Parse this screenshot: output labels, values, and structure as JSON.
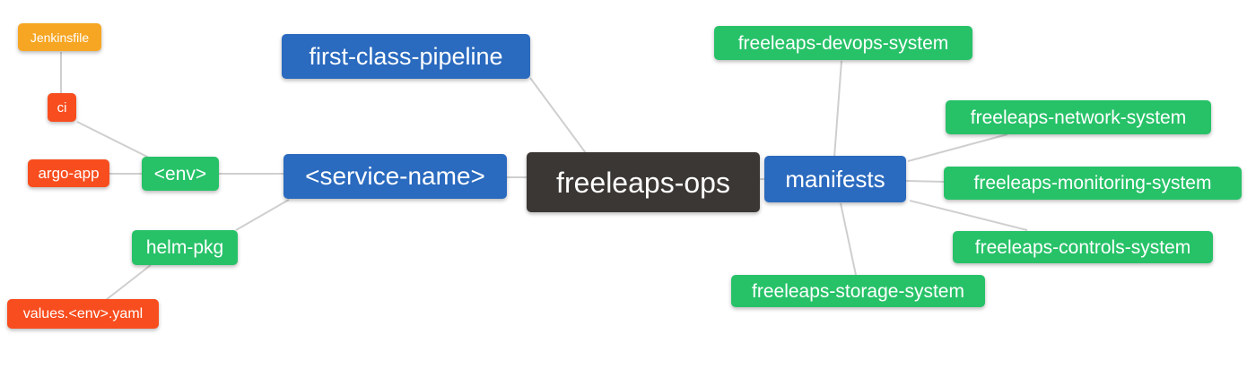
{
  "palette": {
    "blue": "#2a6abf",
    "green": "#27c268",
    "red": "#f84d1e",
    "orange": "#f6a623",
    "dark": "#3b3734",
    "edge": "#cfcfcf",
    "background": "#ffffff",
    "node_text": "#ffffff"
  },
  "nodes": [
    {
      "id": "jenkinsfile",
      "label": "Jenkinsfile",
      "color": "orange"
    },
    {
      "id": "ci",
      "label": "ci",
      "color": "red"
    },
    {
      "id": "argo-app",
      "label": "argo-app",
      "color": "red"
    },
    {
      "id": "env",
      "label": "<env>",
      "color": "green"
    },
    {
      "id": "helm-pkg",
      "label": "helm-pkg",
      "color": "green"
    },
    {
      "id": "values-env-yaml",
      "label": "values.<env>.yaml",
      "color": "red"
    },
    {
      "id": "first-class-pipeline",
      "label": "first-class-pipeline",
      "color": "blue"
    },
    {
      "id": "service-name",
      "label": "<service-name>",
      "color": "blue"
    },
    {
      "id": "freeleaps-ops",
      "label": "freeleaps-ops",
      "color": "dark"
    },
    {
      "id": "manifests",
      "label": "manifests",
      "color": "blue"
    },
    {
      "id": "freeleaps-devops-system",
      "label": "freeleaps-devops-system",
      "color": "green"
    },
    {
      "id": "freeleaps-network-system",
      "label": "freeleaps-network-system",
      "color": "green"
    },
    {
      "id": "freeleaps-monitoring-system",
      "label": "freeleaps-monitoring-system",
      "color": "green"
    },
    {
      "id": "freeleaps-controls-system",
      "label": "freeleaps-controls-system",
      "color": "green"
    },
    {
      "id": "freeleaps-storage-system",
      "label": "freeleaps-storage-system",
      "color": "green"
    }
  ],
  "edges": [
    {
      "from": "jenkinsfile",
      "to": "ci"
    },
    {
      "from": "ci",
      "to": "env"
    },
    {
      "from": "argo-app",
      "to": "env"
    },
    {
      "from": "env",
      "to": "service-name"
    },
    {
      "from": "helm-pkg",
      "to": "service-name"
    },
    {
      "from": "values-env-yaml",
      "to": "helm-pkg"
    },
    {
      "from": "service-name",
      "to": "freeleaps-ops"
    },
    {
      "from": "first-class-pipeline",
      "to": "freeleaps-ops"
    },
    {
      "from": "freeleaps-ops",
      "to": "manifests"
    },
    {
      "from": "manifests",
      "to": "freeleaps-devops-system"
    },
    {
      "from": "manifests",
      "to": "freeleaps-network-system"
    },
    {
      "from": "manifests",
      "to": "freeleaps-monitoring-system"
    },
    {
      "from": "manifests",
      "to": "freeleaps-controls-system"
    },
    {
      "from": "manifests",
      "to": "freeleaps-storage-system"
    }
  ]
}
